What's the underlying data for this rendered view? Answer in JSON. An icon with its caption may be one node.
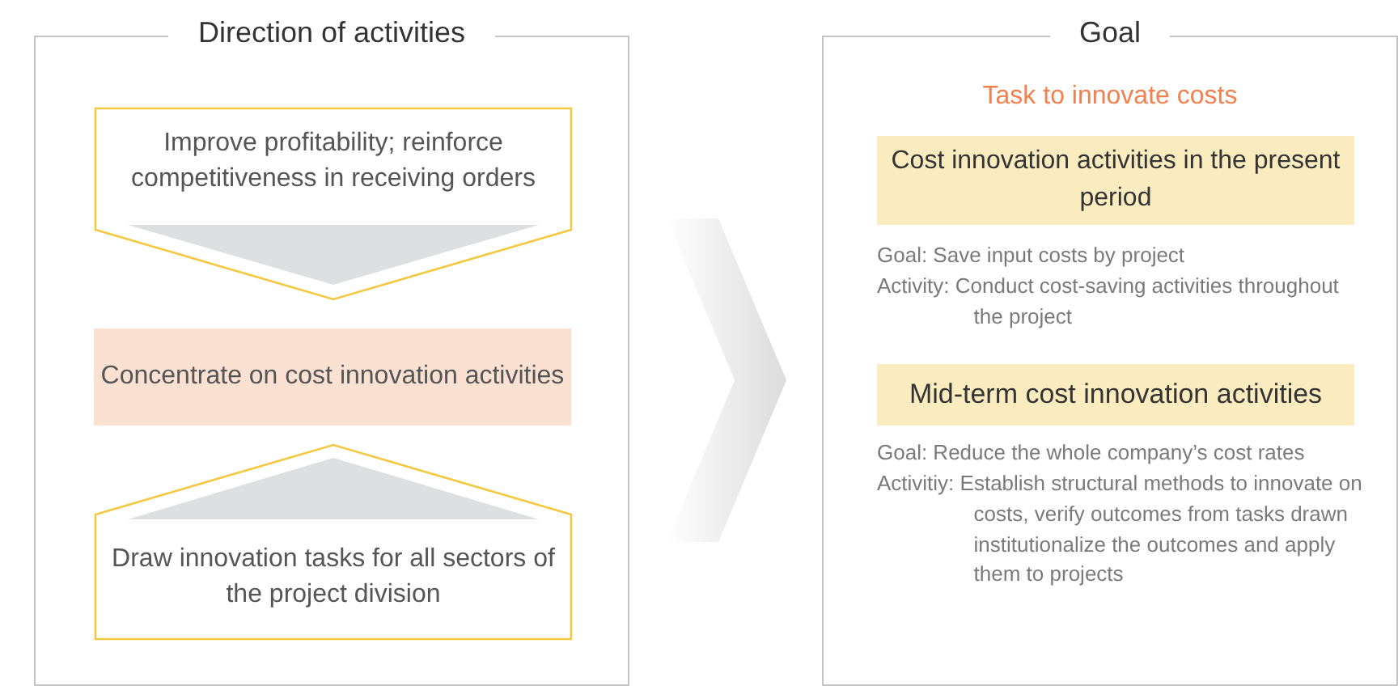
{
  "diagram": {
    "nodes": [
      {
        "text": [
          "Direction of activities"
        ]
      },
      {
        "text": [
          "Improve profitability; reinforce competitiveness in receiving orders"
        ],
        "in": 0
      },
      {
        "text": [
          "Concentrate on cost innovation activities"
        ],
        "in": 0
      },
      {
        "text": [
          "Draw innovation tasks for all sectors of the project division"
        ],
        "in": 0
      },
      {
        "text": [
          "Goal",
          "Task to innovate costs"
        ]
      },
      {
        "text": [
          "Cost innovation activities in the present period"
        ],
        "in": 4,
        "beside": [
          "Goal: Save input costs by project",
          "Activity: Conduct cost-saving activities throughout the project"
        ]
      },
      {
        "text": [
          "Mid-term cost innovation activities"
        ],
        "in": 4,
        "beside": [
          "Goal: Reduce the whole company’s cost rates",
          "Activitiy: Establish structural methods to innovate on costs, verify outcomes from tasks drawn institutionalize the outcomes and apply them to projects"
        ]
      }
    ],
    "edges": [
      {
        "from": 0,
        "to": 4,
        "arrow": "to"
      }
    ]
  }
}
